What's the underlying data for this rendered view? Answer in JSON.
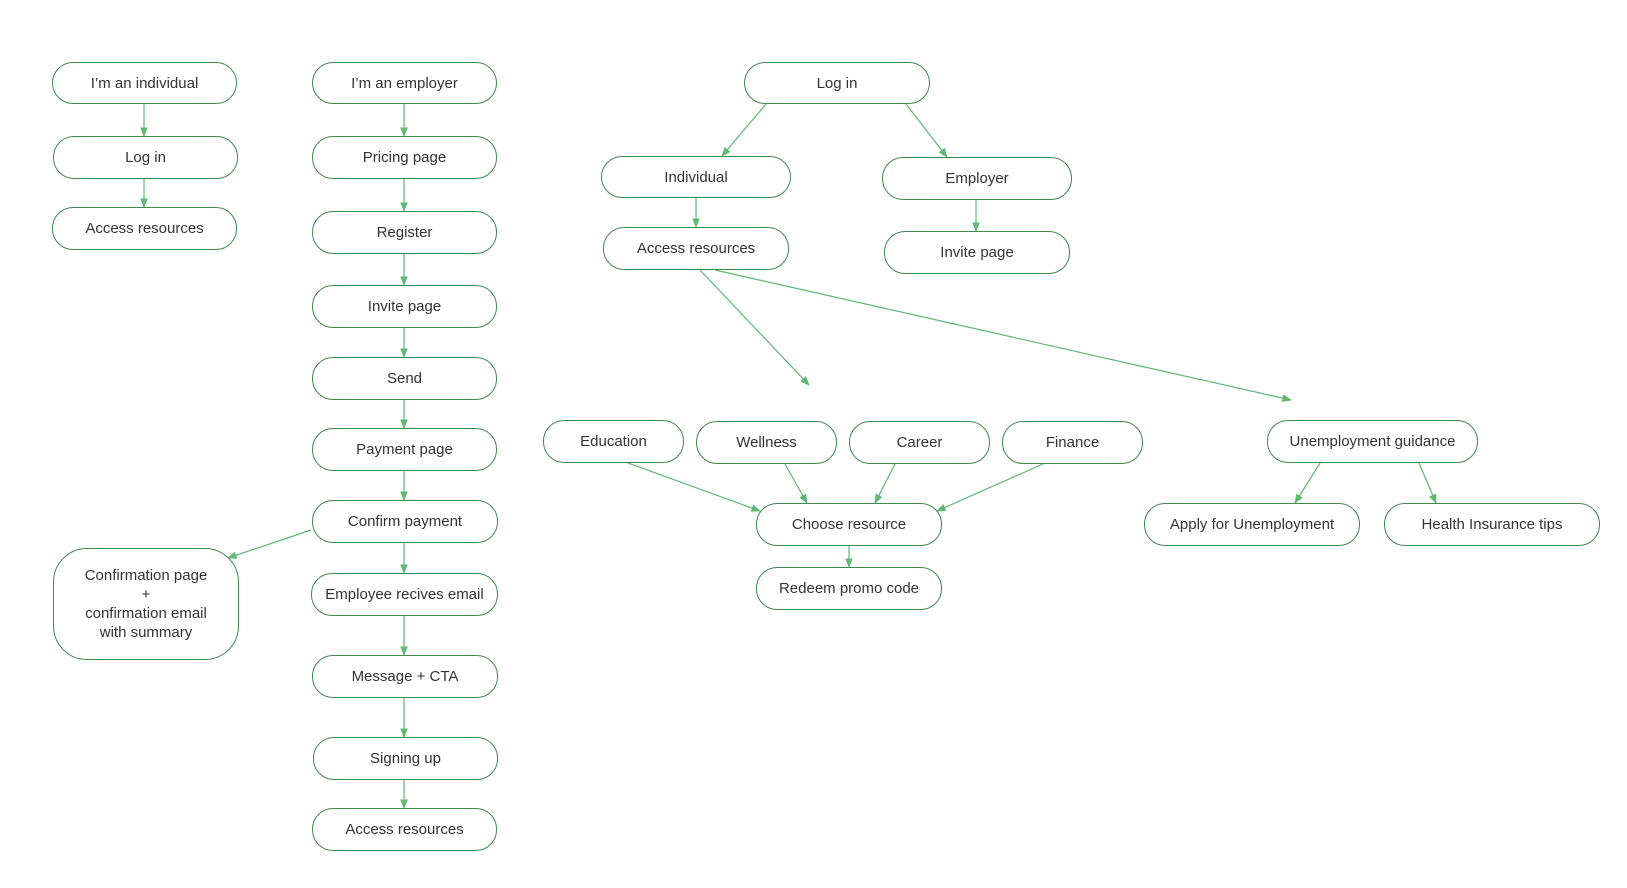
{
  "diagram": {
    "colors": {
      "node_border": "#3f8a4a",
      "edge": "#5db870",
      "text": "#333333"
    },
    "nodes": {
      "ind_start": "I’m an individual",
      "ind_login": "Log in",
      "ind_access": "Access resources",
      "emp_start": "I’m an employer",
      "emp_pricing": "Pricing page",
      "emp_register": "Register",
      "emp_invite": "Invite page",
      "emp_send": "Send",
      "emp_payment": "Payment page",
      "emp_confirm": "Confirm payment",
      "emp_confirmation_page": "Confirmation page\n+\nconfirmation email\nwith summary",
      "emp_email": "Employee recives email",
      "emp_message": "Message + CTA",
      "emp_signup": "Signing up",
      "emp_access": "Access resources",
      "login": "Log in",
      "individual": "Individual",
      "employer": "Employer",
      "access": "Access resources",
      "invite": "Invite page",
      "education": "Education",
      "wellness": "Wellness",
      "career": "Career",
      "finance": "Finance",
      "unemployment": "Unemployment guidance",
      "choose": "Choose resource",
      "redeem": "Redeem promo code",
      "apply": "Apply for Unemployment",
      "health": "Health Insurance tips"
    }
  }
}
